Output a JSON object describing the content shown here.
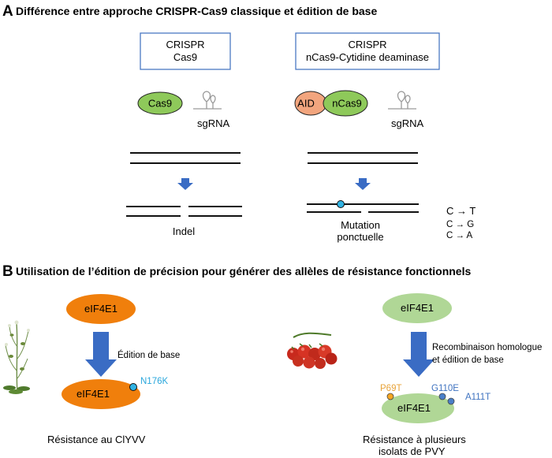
{
  "panel_a": {
    "letter": "A",
    "title": "Différence entre approche CRISPR-Cas9  classique et édition de base",
    "left": {
      "box_line1": "CRISPR",
      "box_line2": "Cas9",
      "protein": "Cas9",
      "guide": "sgRNA",
      "outcome": "Indel"
    },
    "right": {
      "box_line1": "CRISPR",
      "box_line2": "nCas9-Cytidine deaminase",
      "protein_aid": "AID",
      "protein_ncas9": "nCas9",
      "guide": "sgRNA",
      "outcome_line1": "Mutation",
      "outcome_line2": "ponctuelle",
      "substitutions": [
        "C → T",
        "C → G",
        "C → A"
      ]
    }
  },
  "panel_b": {
    "letter": "B",
    "title": "Utilisation de l’édition de précision pour générer des allèles de résistance fonctionnels",
    "left": {
      "protein_top": "eIF4E1",
      "arrow_label": "Édition de base",
      "protein_bottom": "eIF4E1",
      "mutation": "N176K",
      "result": "Résistance au ClYVV"
    },
    "right": {
      "protein_top": "eIF4E1",
      "arrow_label_line1": "Recombinaison homologue",
      "arrow_label_line2": "et édition de base",
      "protein_bottom": "eIF4E1",
      "mutations": [
        "P69T",
        "G110E",
        "A111T"
      ],
      "result_line1": "Résistance à plusieurs",
      "result_line2": "isolats de PVY"
    }
  },
  "colors": {
    "cas9_green": "#8ec95a",
    "aid_orange": "#f2a57e",
    "eif_orange": "#f07f0c",
    "eif_green": "#b0d796",
    "arrow_blue": "#3a6cc4",
    "box_border": "#4a78c2",
    "cyan_mark": "#31b3e3",
    "mut_orange": "#f5a623",
    "mut_blue": "#4a7fc8",
    "cyan_text": "#2aa7dc",
    "orange_text": "#e8a33a",
    "blue_text": "#3f73c0"
  },
  "icons": [
    "arabidopsis-plant-icon",
    "tomato-cluster-icon",
    "sgrna-hairpin-icon"
  ]
}
